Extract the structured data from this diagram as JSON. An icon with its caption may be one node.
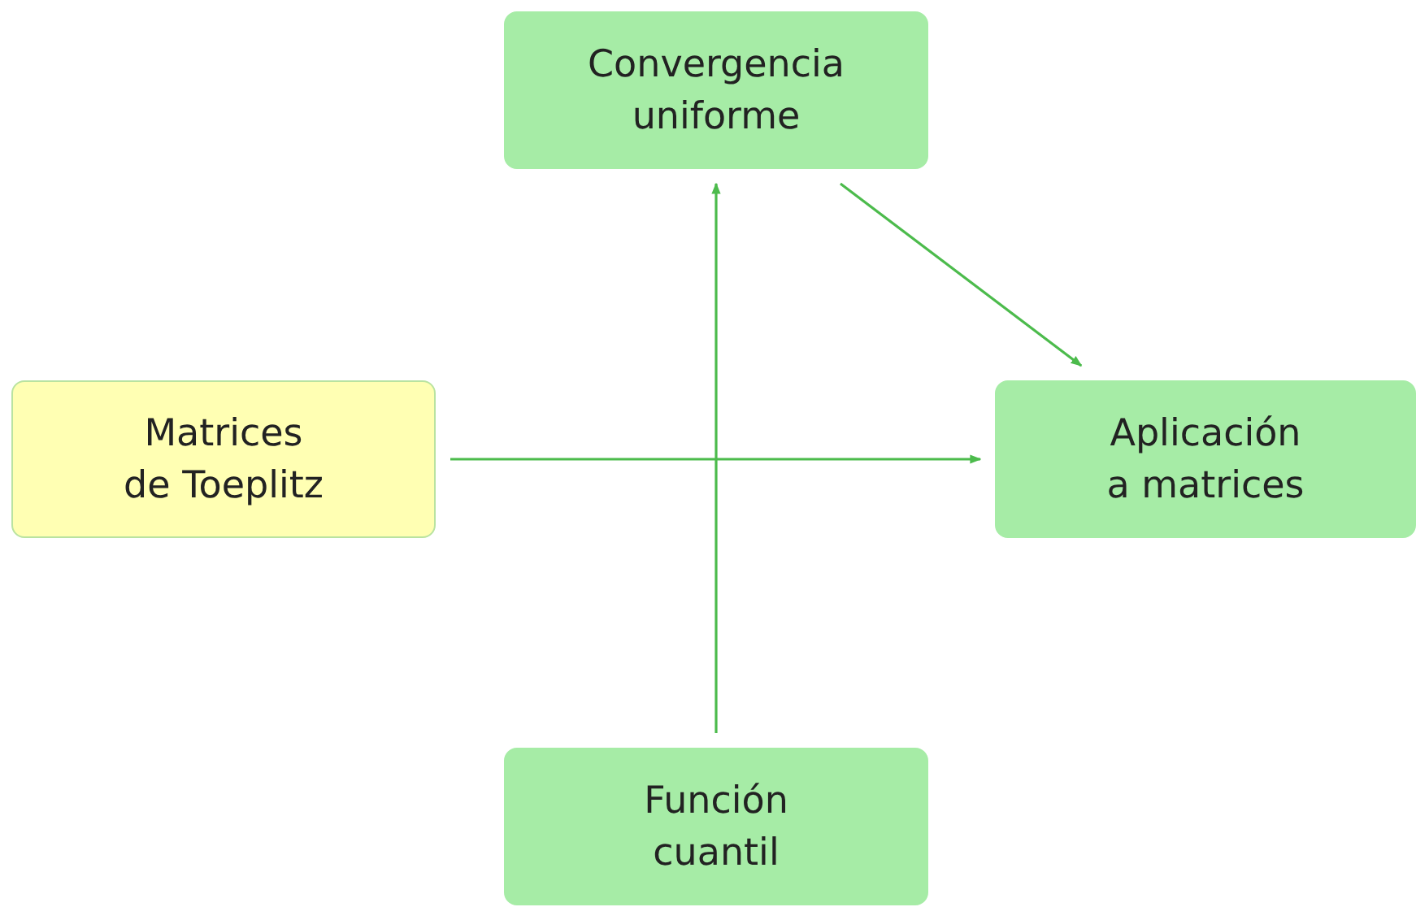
{
  "diagram": {
    "nodes": [
      {
        "text": [
          "Convergencia uniforme"
        ]
      },
      {
        "text": [
          "Matrices de Toeplitz"
        ]
      },
      {
        "text": [
          "Aplicación a matrices"
        ]
      },
      {
        "text": [
          "Función cuantil"
        ]
      }
    ],
    "edges": [
      {
        "from": 0,
        "to": 2,
        "arrow": "to"
      },
      {
        "from": 1,
        "to": 2,
        "arrow": "to"
      },
      {
        "from": 3,
        "to": 0,
        "arrow": "to"
      }
    ]
  }
}
